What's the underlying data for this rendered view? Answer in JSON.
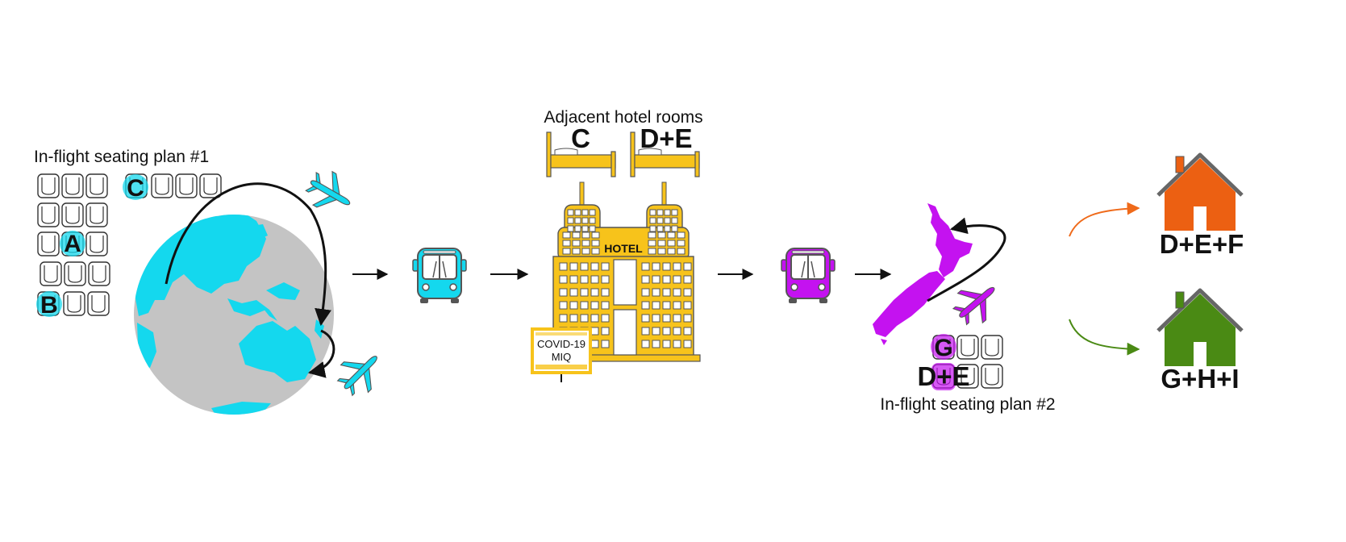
{
  "labels": {
    "seating_plan_1": "In-flight seating plan #1",
    "seating_plan_2": "In-flight seating plan #2",
    "hotel_rooms": "Adjacent hotel rooms",
    "hotel_sign": "HOTEL",
    "miq_line1": "COVID-19",
    "miq_line2": "MIQ"
  },
  "passengers": {
    "a": "A",
    "b": "B",
    "c": "C",
    "g": "G",
    "de": "D+E"
  },
  "rooms": [
    {
      "label": "C"
    },
    {
      "label": "D+E"
    }
  ],
  "houses": [
    {
      "label": "D+E+F",
      "color": "#ec6012"
    },
    {
      "label": "G+H+I",
      "color": "#4a8a14"
    }
  ],
  "colors": {
    "cyan": "#14d8ee",
    "magenta": "#c412f0",
    "hotel_yellow": "#f7c31b",
    "globe_grey": "#c4c4c4",
    "orange_arrow": "#ef6a1a",
    "green_arrow": "#4a8a14"
  },
  "icons": [
    "airplane-icon",
    "bus-icon",
    "bed-icon",
    "hotel-icon",
    "house-icon",
    "globe-icon",
    "nz-map-icon"
  ]
}
